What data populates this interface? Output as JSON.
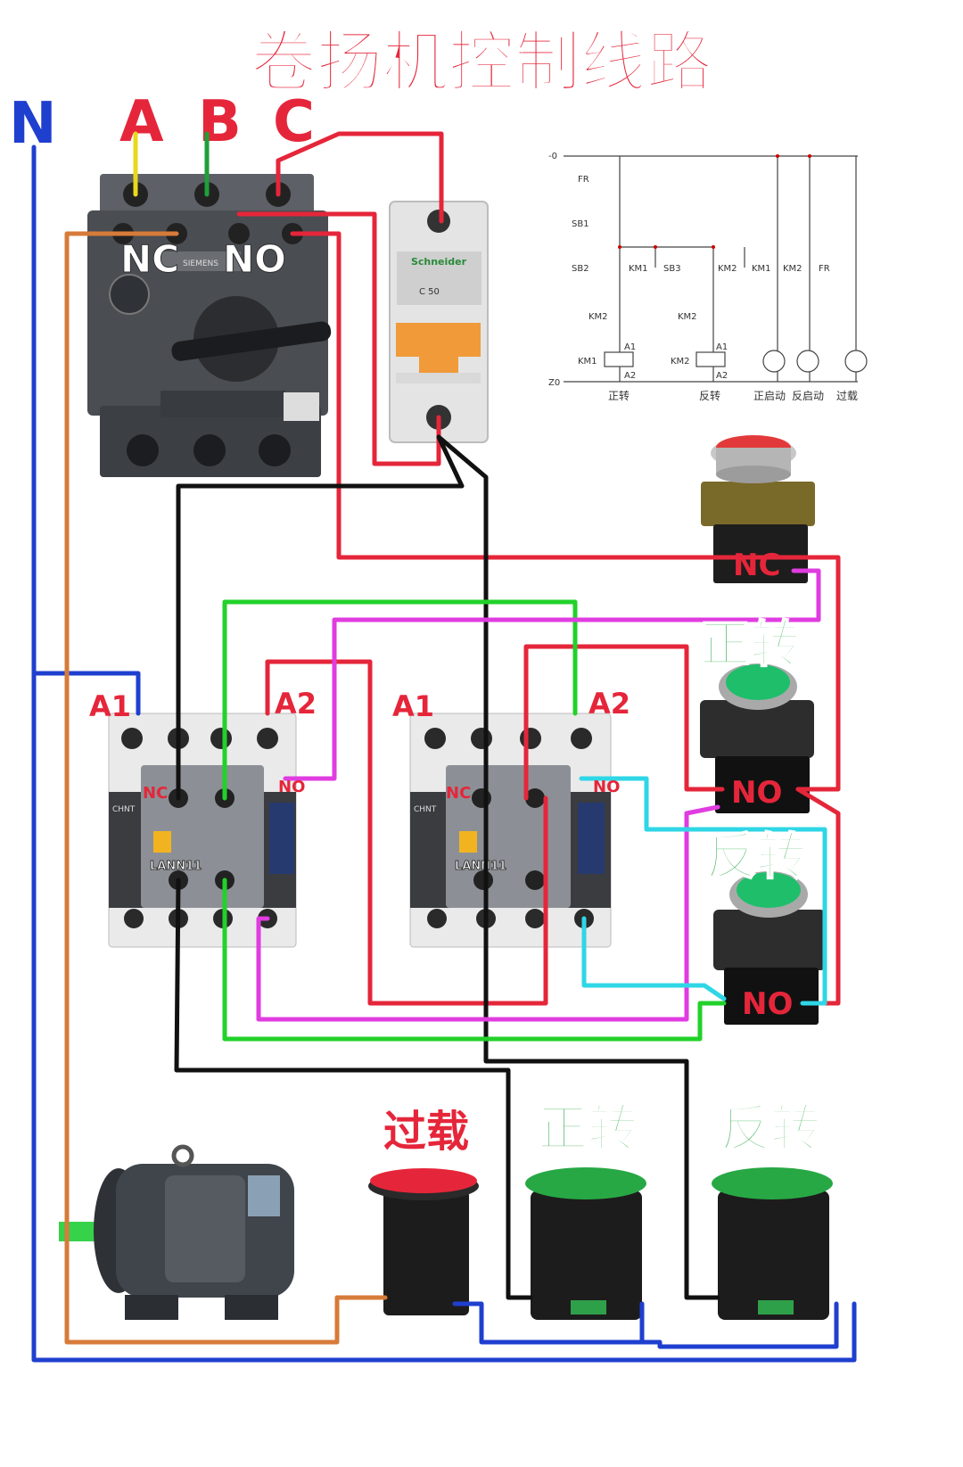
{
  "title": "卷扬机控制线路",
  "phases": {
    "n": "N",
    "a": "A",
    "b": "B",
    "c": "C"
  },
  "breaker": {
    "brand": "SIEMENS",
    "nc_label": "NC",
    "no_label": "NO"
  },
  "mcb": {
    "brand": "Schneider",
    "rating": "C 50"
  },
  "contactors": [
    {
      "brand": "CHNT",
      "aux": "LANN11",
      "a1": "A1",
      "a2": "A2",
      "nc": "NC",
      "no": "NO"
    },
    {
      "brand": "CHNT",
      "aux": "LANN11",
      "a1": "A1",
      "a2": "A2",
      "nc": "NC",
      "no": "NO"
    }
  ],
  "buttons": {
    "stop": {
      "contact": "NC"
    },
    "forward": {
      "label": "正转",
      "contact": "NO"
    },
    "reverse": {
      "label": "反转",
      "contact": "NO"
    }
  },
  "lamps": [
    {
      "label": "过载",
      "color": "#e5263a"
    },
    {
      "label": "正转",
      "color": "#27a844"
    },
    {
      "label": "反转",
      "color": "#27a844"
    }
  ],
  "schematic": {
    "rail_top": "-0",
    "rail_bottom": "Z0",
    "labels": [
      "FR",
      "SB1",
      "SB2",
      "KM1",
      "SB3",
      "KM2",
      "KM1",
      "KM2",
      "FR",
      "KM2",
      "KM2",
      "A1",
      "A1",
      "KM1",
      "KM2",
      "A2",
      "A2"
    ],
    "bottom": [
      "正转",
      "反转",
      "正启动",
      "反启动",
      "过载"
    ]
  },
  "colors": {
    "red": "#e5263a",
    "blue": "#1f3fcf",
    "green": "#22d12a",
    "magenta": "#e03ce0",
    "cyan": "#2fd6e6",
    "black": "#111111",
    "orange": "#d77b3a",
    "yellow": "#e8d81e",
    "dgreen": "#1f9e3a"
  }
}
